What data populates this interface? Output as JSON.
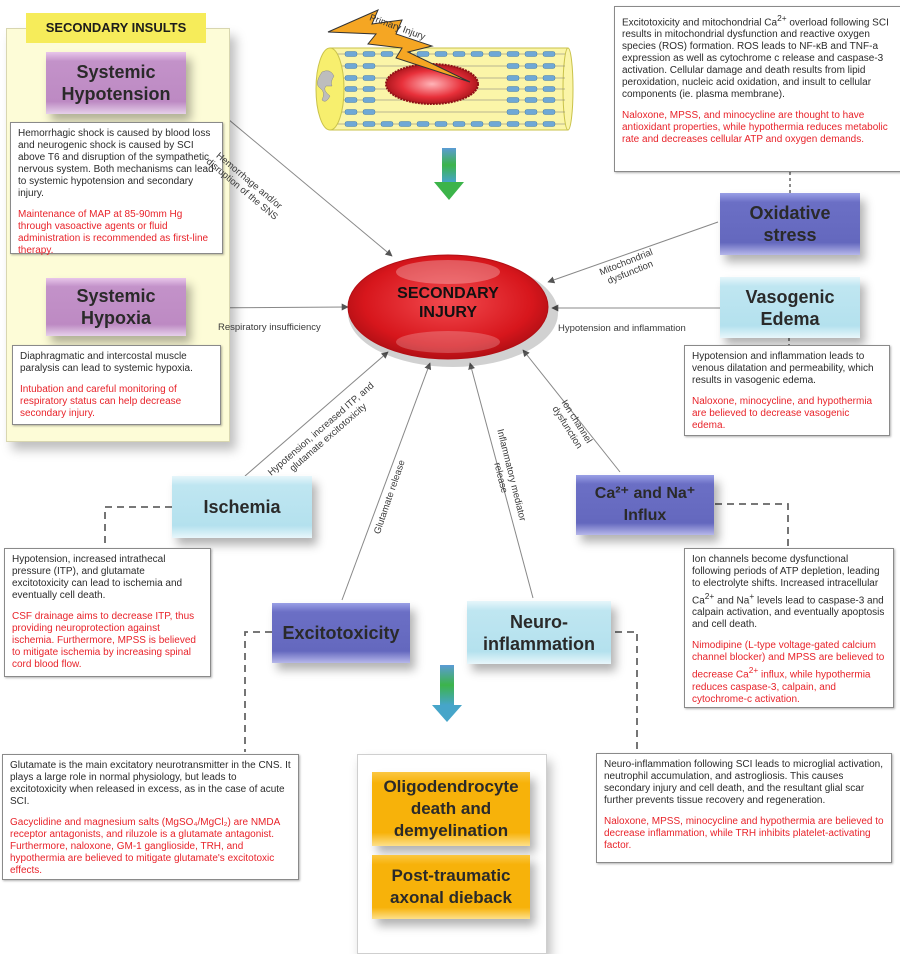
{
  "panel": {
    "title": "SECONDARY INSULTS"
  },
  "primary_injury": {
    "label": "Primary Injury"
  },
  "center": {
    "line1": "SECONDARY",
    "line2": "INJURY"
  },
  "nodes": {
    "systemic_hypotension": {
      "line1": "Systemic",
      "line2": "Hypotension"
    },
    "systemic_hypoxia": {
      "line1": "Systemic",
      "line2": "Hypoxia"
    },
    "oxidative_stress": {
      "line1": "Oxidative",
      "line2": "stress"
    },
    "vasogenic_edema": {
      "line1": "Vasogenic",
      "line2": "Edema"
    },
    "ischemia": {
      "line1": "Ischemia"
    },
    "ion_influx": {
      "line1": "Ca²⁺ and Na⁺",
      "line2": "Influx"
    },
    "excitotoxicity": {
      "line1": "Excitotoxicity"
    },
    "neuroinflammation": {
      "line1": "Neuro-",
      "line2": "inflammation"
    }
  },
  "outcomes": [
    {
      "line1": "Oligodendrocyte",
      "line2": "death and",
      "line3": "demyelination"
    },
    {
      "line1": "Post-traumatic",
      "line2": "axonal dieback"
    }
  ],
  "edge_labels": {
    "hypotension": {
      "line1": "Hemorrhage and/or",
      "line2": "disruption of the SNS"
    },
    "hypoxia": "Respiratory insufficiency",
    "oxidative": {
      "line1": "Mitochondrial",
      "line2": "dysfunction"
    },
    "edema": "Hypotension and inflammation",
    "ischemia": {
      "line1": "Hypotension, increased ITP, and",
      "line2": "glutamate excitotoxicity"
    },
    "excitotoxicity": "Glutamate release",
    "neuroinflammation": {
      "line1": "Inflammatory mediator",
      "line2": "release"
    },
    "ion": {
      "line1": "Ion channel",
      "line2": "dysfunction"
    }
  },
  "info_boxes": {
    "hypotension": {
      "mechanism": "Hemorrhagic shock is caused by blood loss and neurogenic shock is caused by SCI above T6 and disruption of the sympathetic nervous system. Both mechanisms can lead to systemic hypotension and secondary injury.",
      "treatment": "Maintenance of MAP at 85-90mm Hg through vasoactive agents or fluid administration is recommended as first-line therapy."
    },
    "hypoxia": {
      "mechanism": "Diaphragmatic and intercostal muscle paralysis can lead to systemic hypoxia.",
      "treatment": "Intubation and careful monitoring of respiratory status can help decrease secondary injury."
    },
    "oxidative": {
      "mechanism_part1": "Excitotoxicity and mitochondrial Ca",
      "mechanism_sup": "2+",
      "mechanism_part2": " overload following SCI results in mitochondrial dysfunction and reactive oxygen species (ROS) formation. ROS leads to NF-κB and TNF-a expression as well as cytochrome c release and caspase-3 activation. Cellular damage and death results from lipid peroxidation, nucleic acid oxidation, and insult to cellular components (ie. plasma membrane).",
      "treatment": "Naloxone, MPSS, and minocycline are thought to have antioxidant properties, while hypothermia reduces metabolic rate and decreases cellular ATP and oxygen demands."
    },
    "edema": {
      "mechanism": "Hypotension and inflammation leads to venous dilatation and permeability, which results in vasogenic edema.",
      "treatment": "Naloxone, minocycline, and hypothermia are believed to decrease vasogenic edema."
    },
    "ischemia": {
      "mechanism": "Hypotension, increased intrathecal pressure (ITP), and glutamate excitotoxicity can lead to ischemia and eventually cell death.",
      "treatment": "CSF drainage aims to decrease ITP, thus providing neuroprotection against ischemia. Furthermore, MPSS is believed to mitigate ischemia by increasing spinal cord blood flow."
    },
    "ion": {
      "mechanism_part1": "Ion channels become dysfunctional following periods of ATP depletion, leading to electrolyte shifts. Increased intracellular Ca",
      "sup1": "2+",
      "mechanism_part2": " and Na",
      "sup2": "+",
      "mechanism_part3": " levels lead to caspase-3 and calpain activation, and eventually apoptosis and cell death.",
      "treatment_part1": "Nimodipine (L-type voltage-gated calcium channel blocker) and MPSS are believed to decrease Ca",
      "treatment_sup": "2+",
      "treatment_part2": " influx, while hypothermia reduces caspase-3, calpain, and cytochrome-c activation."
    },
    "excitotoxicity": {
      "mechanism": "Glutamate is the main excitatory neurotransmitter in the CNS. It plays a large role in normal physiology, but leads to excitotoxicity when released in excess, as in the case of acute SCI.",
      "treatment": "Gacyclidine and magnesium salts (MgSO₄/MgCl₂) are NMDA receptor antagonists, and riluzole is a glutamate antagonist. Furthermore, naloxone, GM-1 ganglioside, TRH, and hypothermia are believed to mitigate glutamate's excitotoxic effects."
    },
    "neuroinflammation": {
      "mechanism": "Neuro-inflammation following SCI leads to microglial activation, neutrophil accumulation, and astrogliosis. This causes secondary injury and cell death, and the resultant glial scar further prevents tissue recovery and regeneration.",
      "treatment": "Naloxone, MPSS, minocycline and hypothermia are believed to decrease inflammation, while TRH inhibits platelet-activating factor."
    }
  },
  "colors": {
    "treatment_text": "#e8232a",
    "center_red": "#d7161c",
    "panel_bg": "#fdfcd7",
    "panel_title_bg": "#f6ec5a",
    "purple_node": "#bd8ac3",
    "blue_node": "#6468be",
    "cyan_node": "#b4e1ee",
    "orange_node": "#f7b20a"
  }
}
